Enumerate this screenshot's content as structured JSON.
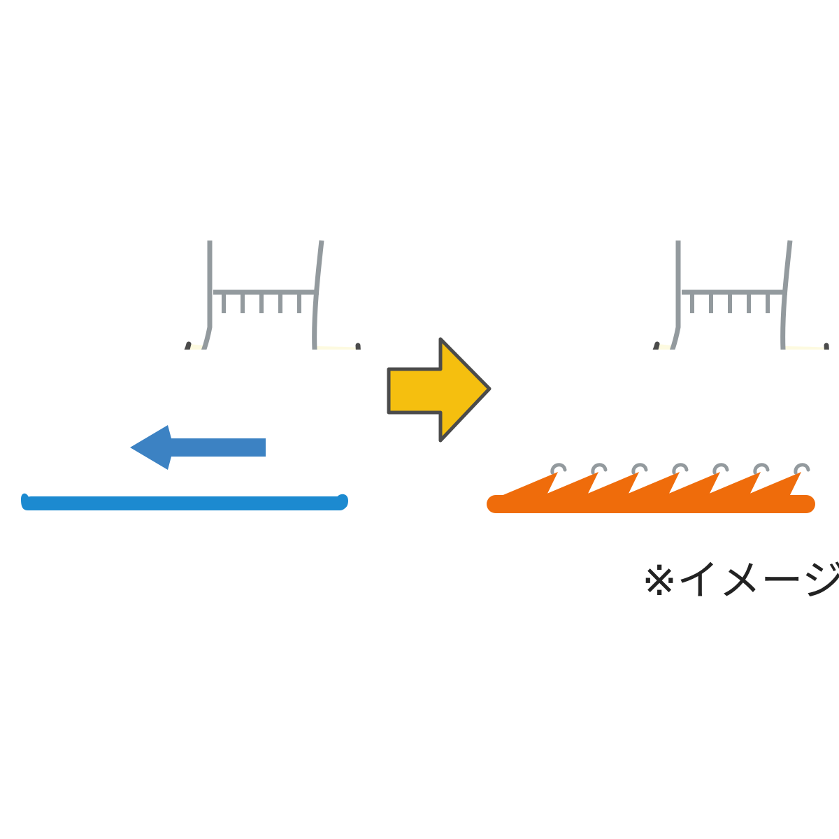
{
  "caption": "※イメージ",
  "colors": {
    "outline": "#4b4b4b",
    "sock_outline": "#939a9e",
    "skin": "#fbe4d2",
    "cushion": "#fdfae0",
    "insole_before": "#1c8ad0",
    "arrow_before": "#3c82c3",
    "transition_arrow": "#f5bf0f",
    "insole_after": "#ef6c0b"
  },
  "panels": [
    {
      "name": "before",
      "insole_icon": "slippery-flat-insole",
      "motion_icon": "foot-slide-arrow"
    },
    {
      "name": "after",
      "insole_icon": "angled-grip-insole",
      "motion_icon": "grip-hooks"
    }
  ],
  "transition_icon": "right-arrow"
}
